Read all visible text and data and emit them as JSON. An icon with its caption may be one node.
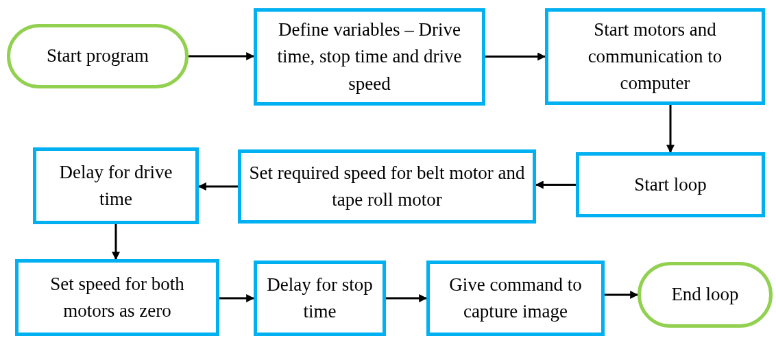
{
  "diagram": {
    "nodes": [
      {
        "text": [
          "Start program"
        ]
      },
      {
        "text": [
          "Define variables – Drive time, stop time and drive speed"
        ]
      },
      {
        "text": [
          "Start motors and communication to computer"
        ]
      },
      {
        "text": [
          "Start loop"
        ]
      },
      {
        "text": [
          "Set required speed for belt motor and tape roll motor"
        ]
      },
      {
        "text": [
          "Delay for drive time"
        ]
      },
      {
        "text": [
          "Set speed for both motors as zero"
        ]
      },
      {
        "text": [
          "Delay for stop time"
        ]
      },
      {
        "text": [
          "Give command to capture image"
        ]
      },
      {
        "text": [
          "End loop"
        ]
      }
    ],
    "edges": [
      {
        "from": 0,
        "to": 1,
        "arrow": "to"
      },
      {
        "from": 1,
        "to": 2,
        "arrow": "to"
      },
      {
        "from": 2,
        "to": 3,
        "arrow": "to"
      },
      {
        "from": 3,
        "to": 4,
        "arrow": "to"
      },
      {
        "from": 4,
        "to": 5,
        "arrow": "to"
      },
      {
        "from": 5,
        "to": 6,
        "arrow": "to"
      },
      {
        "from": 6,
        "to": 7,
        "arrow": "to"
      },
      {
        "from": 7,
        "to": 8,
        "arrow": "to"
      },
      {
        "from": 8,
        "to": 9,
        "arrow": "to"
      }
    ]
  }
}
